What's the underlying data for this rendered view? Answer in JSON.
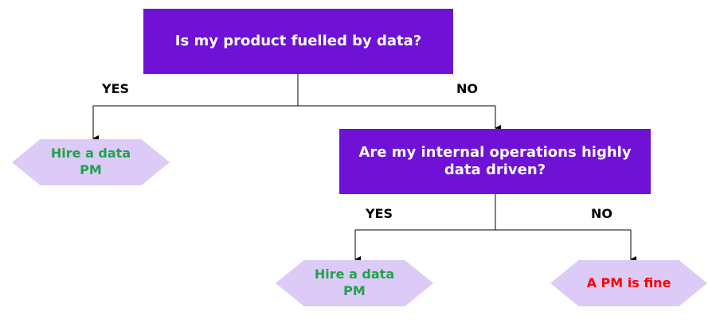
{
  "diagram": {
    "root_question": "Is my product fuelled by data?",
    "root_yes_label": "YES",
    "root_no_label": "NO",
    "outcome_yes_1": "Hire a data PM",
    "second_question": "Are my internal operations highly data driven?",
    "second_yes_label": "YES",
    "second_no_label": "NO",
    "outcome_yes_2": "Hire a data PM",
    "outcome_no": "A PM is fine"
  },
  "colors": {
    "question_box": "#6f12d6",
    "question_text": "#ffffff",
    "outcome_shape": "#dccaf7",
    "positive_outcome_text": "#1fa34a",
    "negative_outcome_text": "#ff0000",
    "connector": "#000000"
  }
}
